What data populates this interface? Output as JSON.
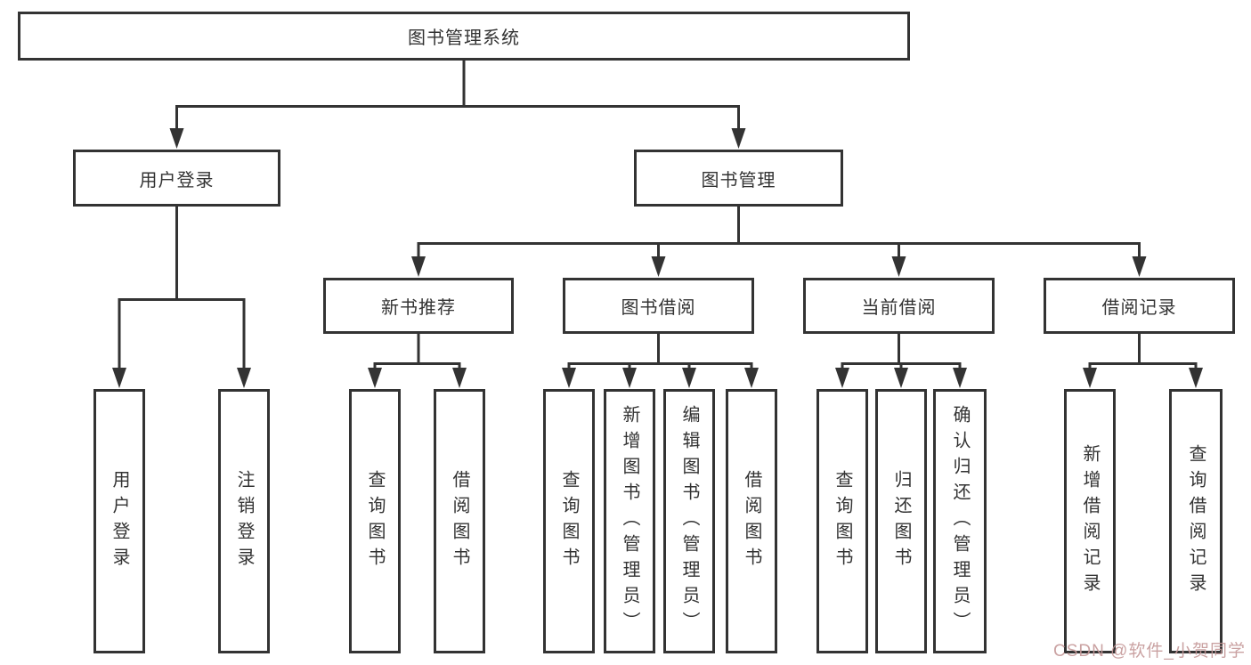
{
  "diagram": {
    "type": "hierarchy-tree",
    "colors": {
      "line": "#333333",
      "box_border": "#333333",
      "box_background": "#ffffff",
      "text": "#333333",
      "watermark": "#c59898",
      "page_background": "#ffffff"
    },
    "tree": {
      "root": {
        "label": "图书管理系统",
        "children": [
          {
            "label": "用户登录",
            "children": [
              {
                "label": "用户登录"
              },
              {
                "label": "注销登录"
              }
            ]
          },
          {
            "label": "图书管理",
            "children": [
              {
                "label": "新书推荐",
                "children": [
                  {
                    "label": "查询图书"
                  },
                  {
                    "label": "借阅图书"
                  }
                ]
              },
              {
                "label": "图书借阅",
                "children": [
                  {
                    "label": "查询图书"
                  },
                  {
                    "label": "新增图书（管理员）"
                  },
                  {
                    "label": "编辑图书（管理员）"
                  },
                  {
                    "label": "借阅图书"
                  }
                ]
              },
              {
                "label": "当前借阅",
                "children": [
                  {
                    "label": "查询图书"
                  },
                  {
                    "label": "归还图书"
                  },
                  {
                    "label": "确认归还（管理员）"
                  }
                ]
              },
              {
                "label": "借阅记录",
                "children": [
                  {
                    "label": "新增借阅记录"
                  },
                  {
                    "label": "查询借阅记录"
                  }
                ]
              }
            ]
          }
        ]
      }
    },
    "watermark": {
      "text": "CSDN @软件_小贺同学"
    }
  }
}
